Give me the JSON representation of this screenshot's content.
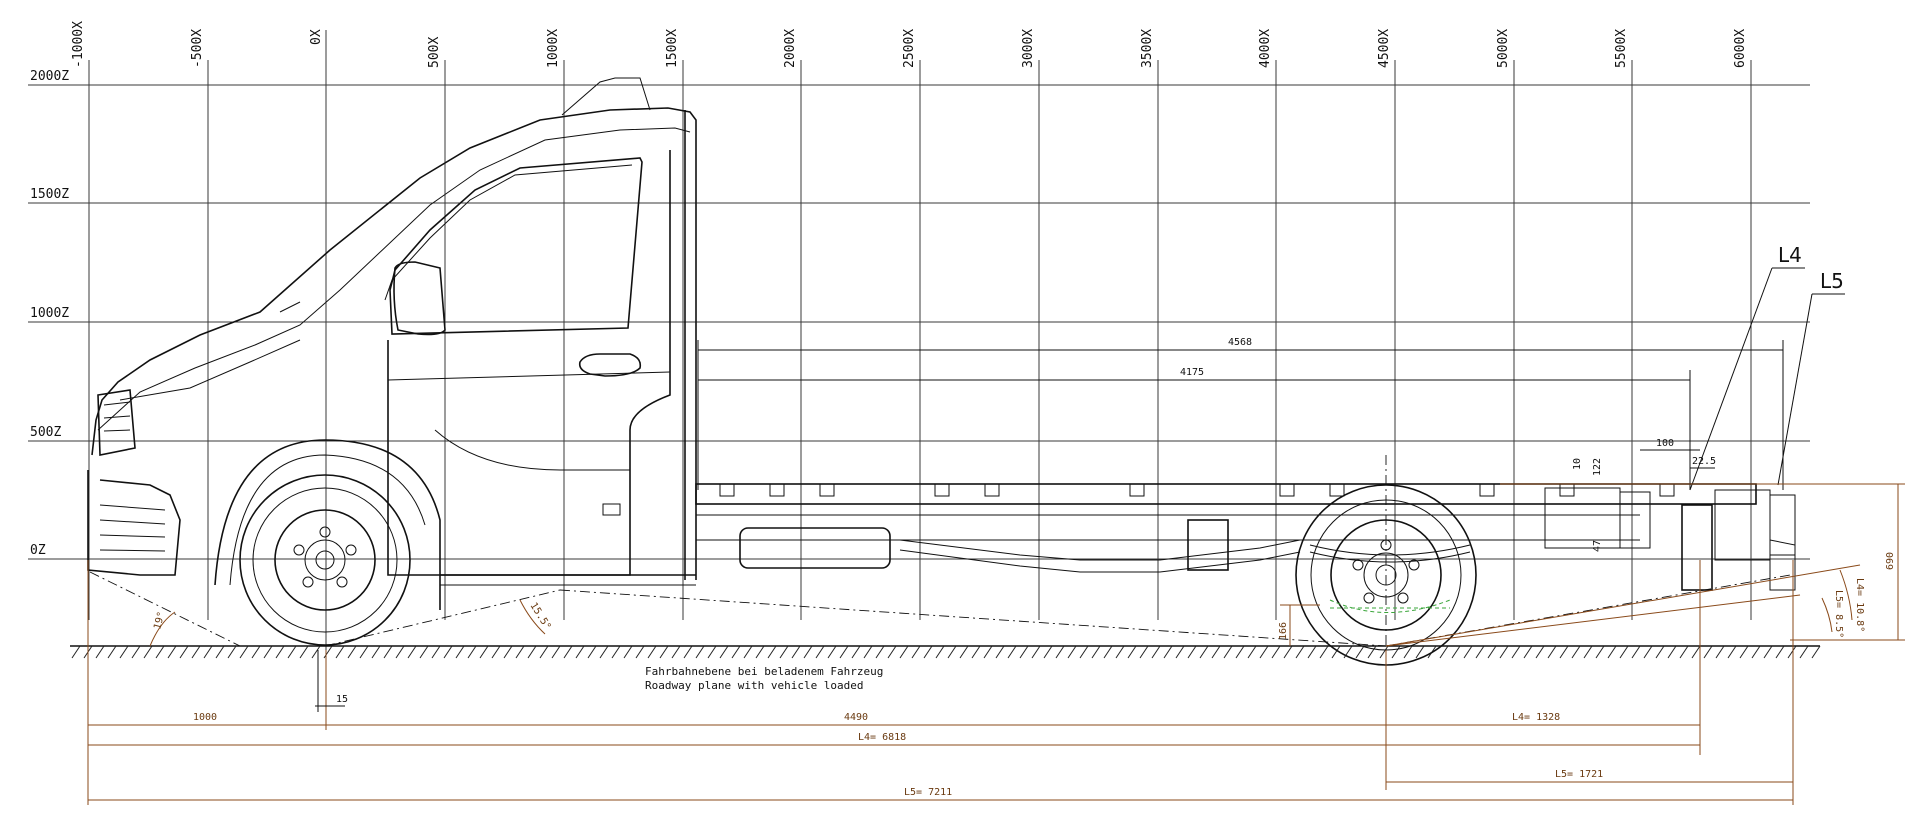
{
  "x_axis_labels": [
    "-1000X",
    "-500X",
    "0X",
    "500X",
    "1000X",
    "1500X",
    "2000X",
    "2500X",
    "3000X",
    "3500X",
    "4000X",
    "4500X",
    "5000X",
    "5500X",
    "6000X"
  ],
  "z_axis_labels": [
    "2000Z",
    "1500Z",
    "1000Z",
    "500Z",
    "0Z"
  ],
  "roadway_note": {
    "de": "Fahrbahnebene bei beladenem Fahrzeug",
    "en": "Roadway plane with vehicle loaded"
  },
  "callouts": {
    "l4": "L4",
    "l5": "L5"
  },
  "dimensions": {
    "d4568": "4568",
    "d4175": "4175",
    "d1000": "1000",
    "d4490": "4490",
    "d15": "15",
    "l4_total": "L4= 6818",
    "l4_rear": "L4= 1328",
    "l5_rear": "L5= 1721",
    "l5_total": "L5= 7211",
    "d690": "690",
    "d166": "166",
    "d100": "100",
    "d22_5": "22.5",
    "d10": "10",
    "d122": "122",
    "d47": "47"
  },
  "angles": {
    "front": "19°",
    "ramp": "15.5°",
    "l4": "L4= 10.8°",
    "l5": "L5= 8.5°"
  },
  "colors": {
    "dimension": "#8a4a1a",
    "grid": "#3a3a3a",
    "line": "#111111"
  }
}
